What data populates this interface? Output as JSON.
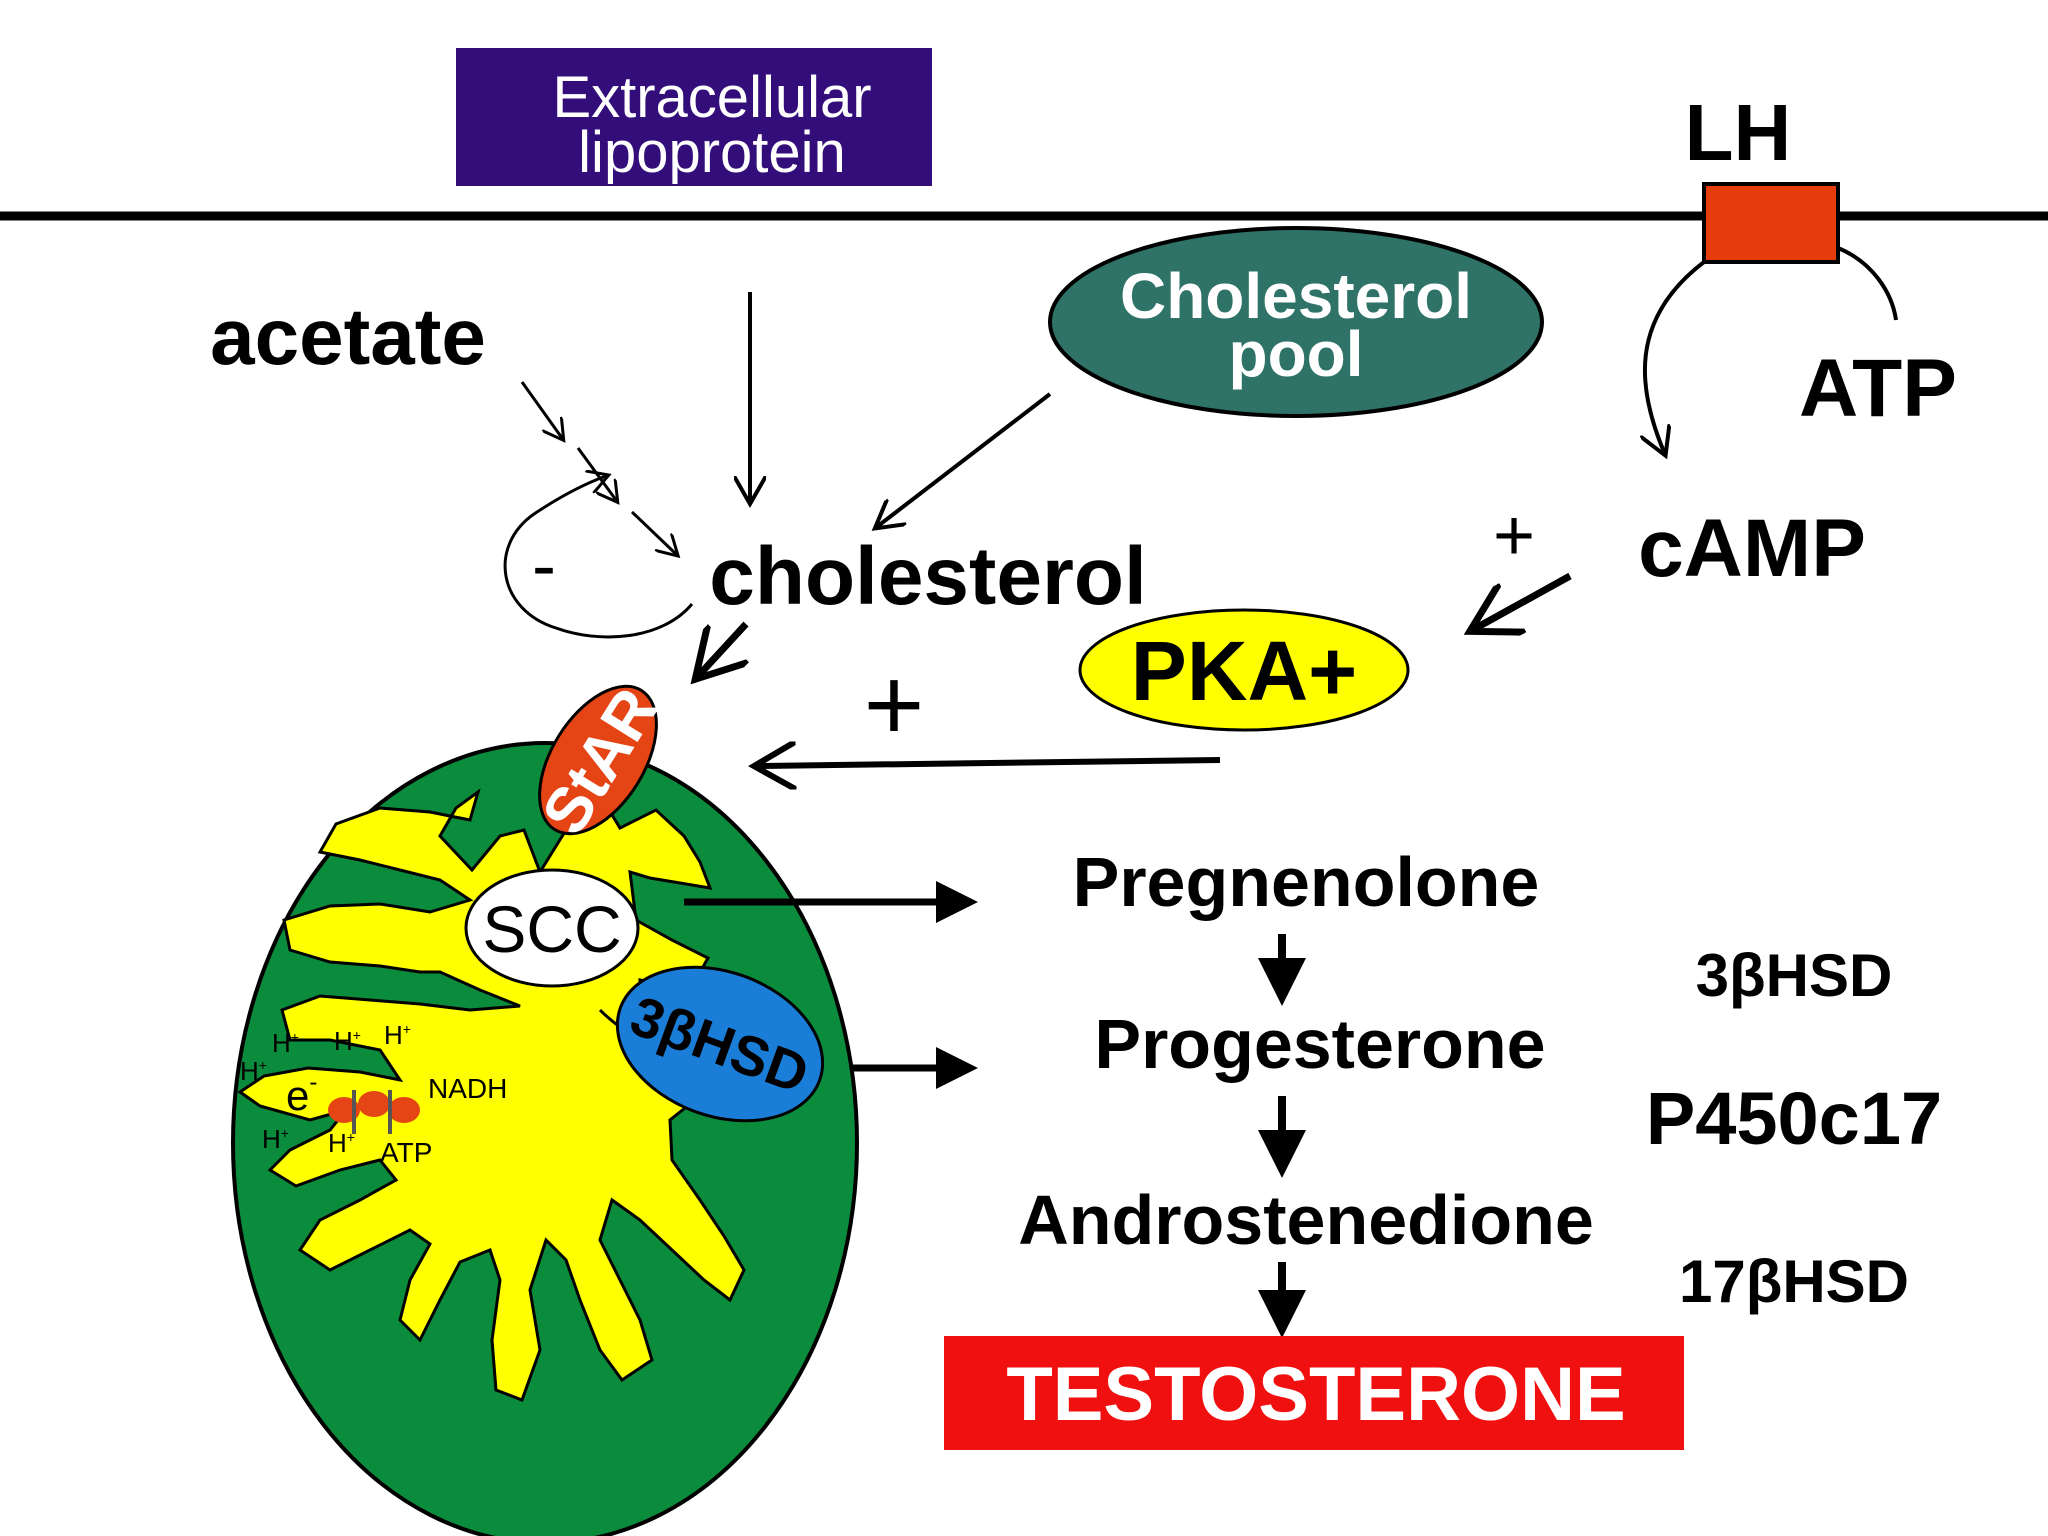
{
  "lipoprotein": {
    "line1": "Extracellular",
    "line2": "lipoprotein"
  },
  "lh": "LH",
  "atp_top": "ATP",
  "camp": "cAMP",
  "acetate": "acetate",
  "cholesterol_pool": {
    "line1": "Cholesterol",
    "line2": "pool"
  },
  "cholesterol": "cholesterol",
  "minus_sign": "-",
  "plus_camp": "+",
  "plus_pka": "+",
  "pka": "PKA+",
  "mito": {
    "star": "StAR",
    "scc": "SCC",
    "hsd3b": "3βHSD",
    "nadh": "NADH",
    "atp": "ATP",
    "electron": "e",
    "electron_sup": "-",
    "proton": "H",
    "proton_sup": "+"
  },
  "pathway": [
    "Pregnenolone",
    "Progesterone",
    "Androstenedione"
  ],
  "product": "TESTOSTERONE",
  "enzymes": [
    "3βHSD",
    "P450c17",
    "17βHSD"
  ],
  "colors": {
    "lipoprotein_box": "#330e7a",
    "receptor": "#e63c0b",
    "pool": "#2e7268",
    "pka": "#ffff00",
    "mito_outer": "#0b8c3c",
    "mito_inner": "#ffff00",
    "star": "#e54515",
    "hsd_oval": "#1a7dd8",
    "product_box": "#f01010"
  }
}
